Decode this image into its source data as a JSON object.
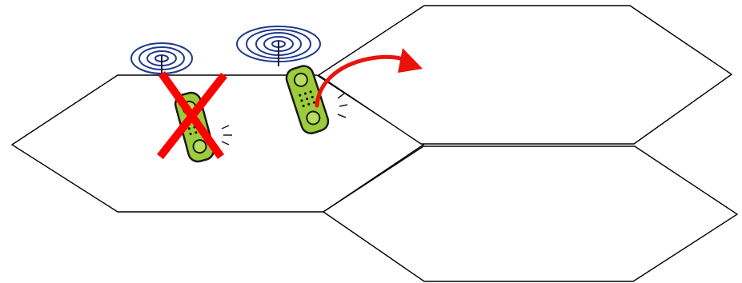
{
  "diagram": {
    "type": "cellular-handoff",
    "cells": [
      {
        "id": "cell-left"
      },
      {
        "id": "cell-upper-right"
      },
      {
        "id": "cell-lower-right"
      }
    ],
    "phones": [
      {
        "id": "phone-old",
        "status": "disconnected",
        "marker": "cross"
      },
      {
        "id": "phone-new",
        "status": "connected"
      }
    ],
    "handoff_arrow": {
      "from": "phone-new",
      "to": "cell-upper-right"
    },
    "colors": {
      "cell_stroke": "#000000",
      "phone_body": "#9ccc3a",
      "phone_outline": "#1a1a1a",
      "signal_waves": "#1f3a8a",
      "cross": "#ff0000",
      "arrow": "#e8140c"
    }
  }
}
